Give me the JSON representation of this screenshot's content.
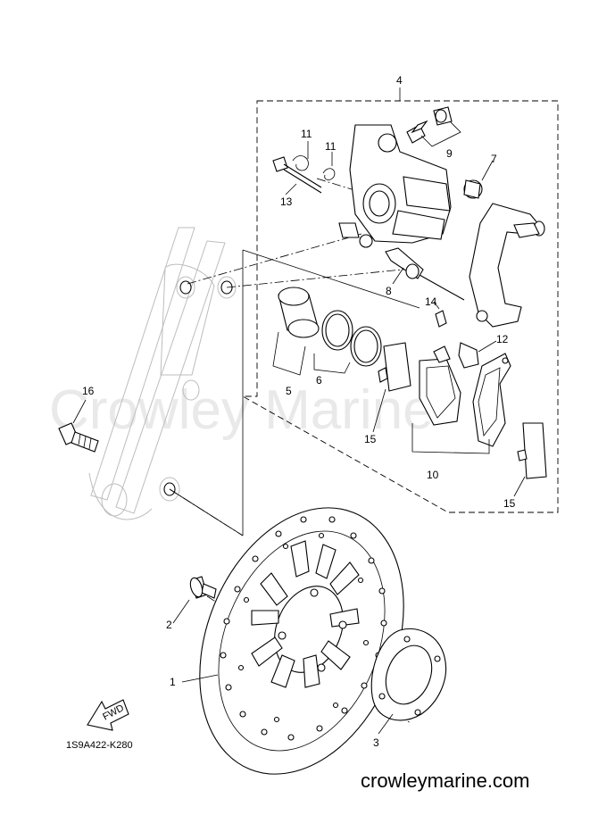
{
  "diagram": {
    "watermark": "Crowley Marine",
    "drawing_code": "1S9A422-K280",
    "site_url": "crowleymarine.com",
    "fwd_label": "FWD",
    "callouts": {
      "c1": "1",
      "c2": "2",
      "c3": "3",
      "c4": "4",
      "c5": "5",
      "c6": "6",
      "c7": "7",
      "c8": "8",
      "c9": "9",
      "c10": "10",
      "c11a": "11",
      "c11b": "11",
      "c12": "12",
      "c13": "13",
      "c14": "14",
      "c15a": "15",
      "c15b": "15",
      "c16": "16"
    }
  }
}
